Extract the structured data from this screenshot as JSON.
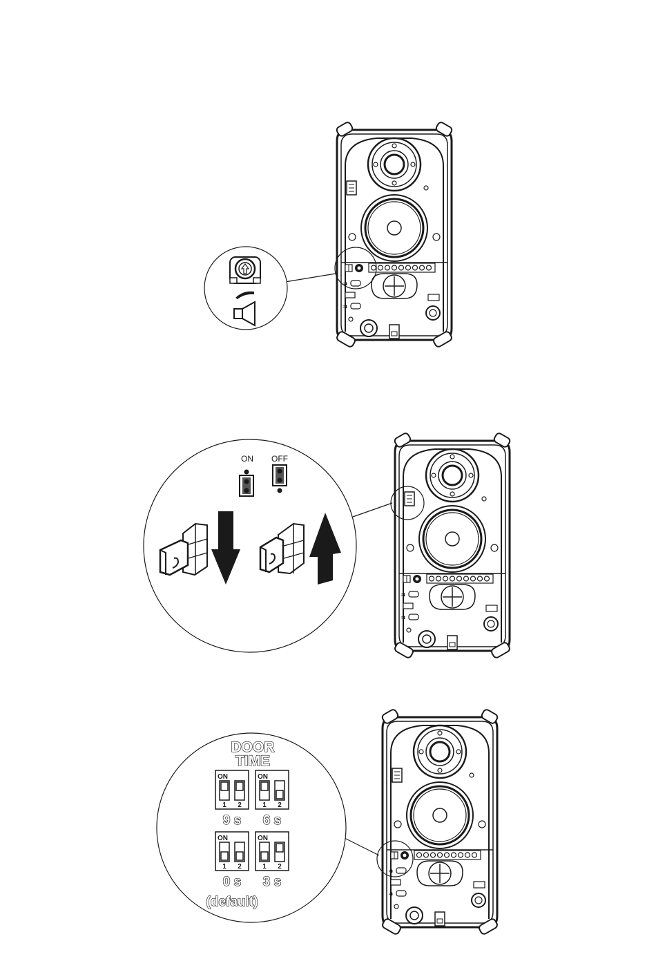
{
  "panel_b": {
    "jumper_on_label": "ON",
    "jumper_off_label": "OFF"
  },
  "panel_c": {
    "title_line1": "DOOR",
    "title_line2": "TIME",
    "switch_on_label": "ON",
    "switch_number_1": "1",
    "switch_number_2": "2",
    "settings": [
      {
        "time": "9 s",
        "sw1": "up",
        "sw2": "up"
      },
      {
        "time": "6 s",
        "sw1": "up",
        "sw2": "down"
      },
      {
        "time": "0 s",
        "sw1": "down",
        "sw2": "down"
      },
      {
        "time": "3 s",
        "sw1": "down",
        "sw2": "up"
      }
    ],
    "default_label": "(default)"
  },
  "icons": [
    "volume-potentiometer-icon",
    "speaker-icon",
    "push-down-arrow-icon",
    "pull-up-arrow-icon",
    "intercom-unit-icon"
  ],
  "colors": {
    "line": "#1a1a1a",
    "background": "#ffffff",
    "jumper_fill": "#555555"
  }
}
